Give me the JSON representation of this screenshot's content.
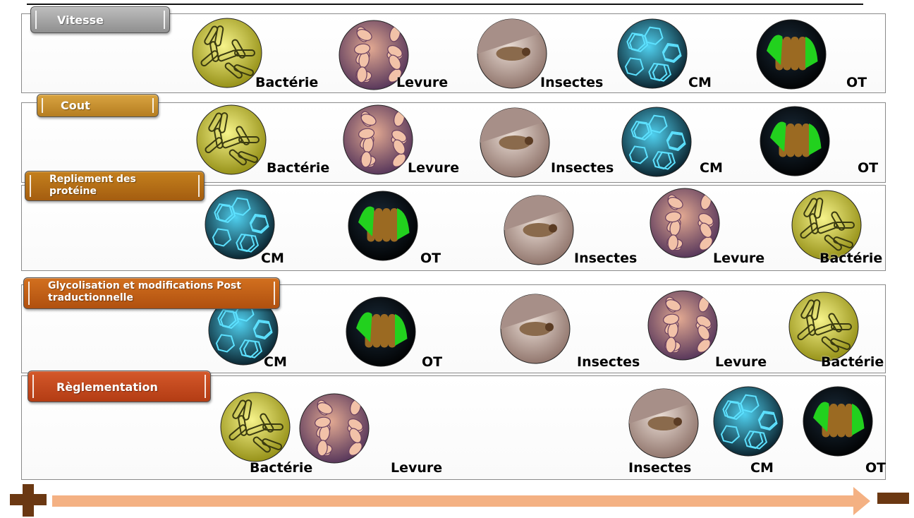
{
  "criteria": [
    {
      "key": "vitesse",
      "label": "Vitesse",
      "order": [
        "Bactérie",
        "Levure",
        "Insectes",
        "CM",
        "OT"
      ]
    },
    {
      "key": "cout",
      "label": "Cout",
      "order": [
        "Bactérie",
        "Levure",
        "Insectes",
        "CM",
        "OT"
      ]
    },
    {
      "key": "repli",
      "label": "Repliement des protéine",
      "order": [
        "CM",
        "OT",
        "Insectes",
        "Levure",
        "Bactérie"
      ]
    },
    {
      "key": "glyco",
      "label": "Glycolisation et modifications Post traductionnelle",
      "order": [
        "CM",
        "OT",
        "Insectes",
        "Levure",
        "Bactérie"
      ]
    },
    {
      "key": "regl",
      "label": "Règlementation",
      "order": [
        "Bactérie",
        "Levure",
        "Insectes",
        "CM",
        "OT"
      ]
    }
  ],
  "scale": {
    "left_symbol": "+",
    "right_symbol": "−"
  },
  "colors": {
    "arrow": "#f4b183",
    "scale_symbols": "#6b3812"
  },
  "icons": {
    "Bactérie": "bacteria-icon",
    "Levure": "yeast-icon",
    "Insectes": "insect-cell-icon",
    "CM": "mammalian-cell-icon",
    "OT": "transgenic-organism-icon"
  }
}
